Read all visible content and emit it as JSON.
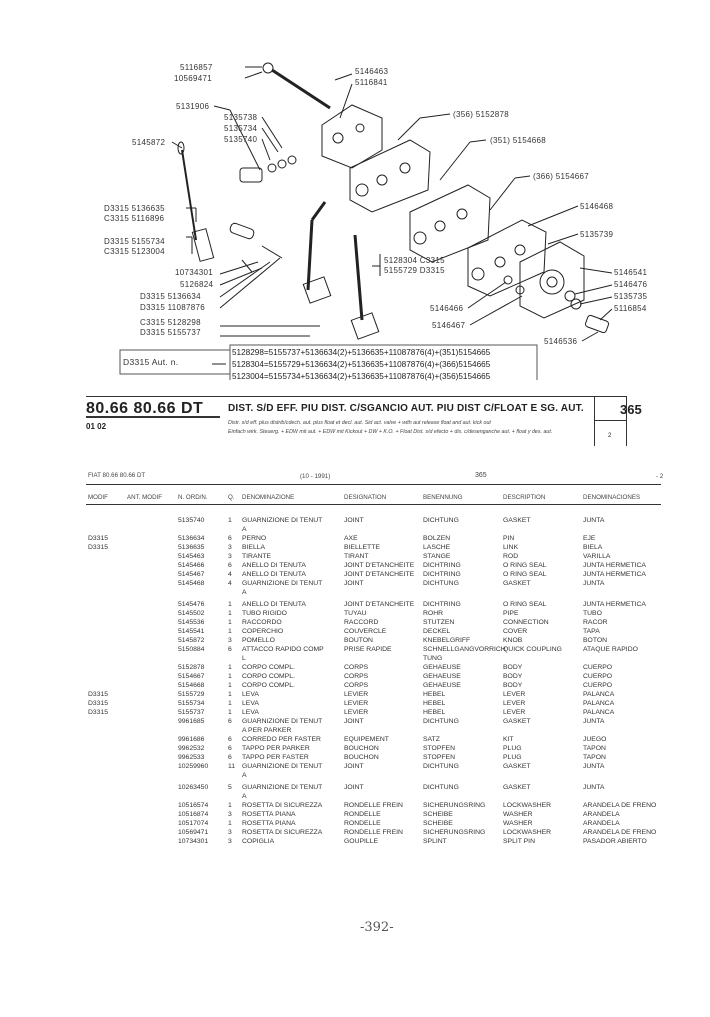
{
  "diagram": {
    "labels_left": [
      {
        "text": "5116857"
      },
      {
        "text": "10569471"
      },
      {
        "text": "5131906"
      },
      {
        "text": "5135738"
      },
      {
        "text": "5135734"
      },
      {
        "text": "5135740"
      },
      {
        "text": "5145872"
      },
      {
        "text": "D3315  5136635"
      },
      {
        "text": "C3315  5116896"
      },
      {
        "text": "D3315  5155734"
      },
      {
        "text": "C3315  5123004"
      },
      {
        "text": "10734301"
      },
      {
        "text": "5126824"
      },
      {
        "text": "D3315  5136634"
      },
      {
        "text": "D3315  11087876"
      },
      {
        "text": "C3315  5128298"
      },
      {
        "text": "D3315  5155737"
      }
    ],
    "labels_right": [
      {
        "text": "5146463"
      },
      {
        "text": "5116841"
      },
      {
        "text": "(356)  5152878"
      },
      {
        "text": "(351)  5154668"
      },
      {
        "text": "(366)  5154667"
      },
      {
        "text": "5146468"
      },
      {
        "text": "5135739"
      },
      {
        "text": "5146541"
      },
      {
        "text": "5146476"
      },
      {
        "text": "5135735"
      },
      {
        "text": "5116854"
      },
      {
        "text": "5146536"
      },
      {
        "text": "5146466"
      },
      {
        "text": "5146467"
      },
      {
        "text": "5128304  C3315"
      },
      {
        "text": "5155729  D3315"
      }
    ],
    "aut_label": "D3315 Aut. n.",
    "combos": [
      "5128298=5155737+5136634(2)+5136635+11087876(4)+(351)5154665",
      "5128304=5155729+5136634(2)+5136635+11087876(4)+(366)5154665",
      "5123004=5155734+5136634(2)+5136635+11087876(4)+(356)5154665"
    ]
  },
  "title": {
    "model": "80.66  80.66 DT",
    "sub": "01 02",
    "main": "DIST. S/D EFF. PIU DIST. C/SGANCIO AUT. PIU DIST C/FLOAT E SG. AUT.",
    "lang1": "Distr. s/d eff.  plus distrib/cdech. aut. plus float et decl. aut.          Sid act. valve + with aut release float and aut. kick out",
    "lang2": "Einfach wirk. Steuerg. + EDW mit aut. + EDW mit Kickout + DW + K.O. + Float     Dist. s/d efecto + dis. c/desenganche aut. + float y des. aut.",
    "page": "365",
    "page_small": "2"
  },
  "meta": {
    "fiat": "FIAT 80.66 80.66 DT",
    "date": "(10 - 1991)",
    "code": "365",
    "pg": "- 2"
  },
  "headers": {
    "modif": "MODIF",
    "ant": "ANT. MODIF",
    "ord": "N. ORD/N.",
    "q": "Q.",
    "it": "DENOMINAZIONE",
    "fr": "DESIGNATION",
    "de": "BENENNUNG",
    "en": "DESCRIPTION",
    "es": "DENOMINACIONES"
  },
  "rows": [
    {
      "mod": "",
      "ord": "5135740",
      "q": "1",
      "it": "GUARNIZIONE DI TENUT",
      "fr": "JOINT",
      "de": "DICHTUNG",
      "en": "GASKET",
      "es": "JUNTA"
    },
    {
      "mod": "",
      "ord": "",
      "q": "",
      "it": "A",
      "fr": "",
      "de": "",
      "en": "",
      "es": ""
    },
    {
      "mod": "D3315",
      "ord": "5136634",
      "q": "6",
      "it": "PERNO",
      "fr": "AXE",
      "de": "BOLZEN",
      "en": "PIN",
      "es": "EJE"
    },
    {
      "mod": "D3315",
      "ord": "5136635",
      "q": "3",
      "it": "BIELLA",
      "fr": "BIELLETTE",
      "de": "LASCHE",
      "en": "LINK",
      "es": "BIELA"
    },
    {
      "mod": "",
      "ord": "5145463",
      "q": "3",
      "it": "TIRANTE",
      "fr": "TIRANT",
      "de": "STANGE",
      "en": "ROD",
      "es": "VARILLA"
    },
    {
      "mod": "",
      "ord": "5145466",
      "q": "6",
      "it": "ANELLO DI TENUTA",
      "fr": "JOINT D'ETANCHEITE",
      "de": "DICHTRING",
      "en": "O RING SEAL",
      "es": "JUNTA HERMETICA"
    },
    {
      "mod": "",
      "ord": "5145467",
      "q": "4",
      "it": "ANELLO DI TENUTA",
      "fr": "JOINT D'ETANCHEITE",
      "de": "DICHTRING",
      "en": "O RING SEAL",
      "es": "JUNTA HERMETICA"
    },
    {
      "mod": "",
      "ord": "5145468",
      "q": "4",
      "it": "GUARNIZIONE DI TENUT",
      "fr": "JOINT",
      "de": "DICHTUNG",
      "en": "GASKET",
      "es": "JUNTA"
    },
    {
      "mod": "",
      "ord": "",
      "q": "",
      "it": "A",
      "fr": "",
      "de": "",
      "en": "",
      "es": ""
    },
    {
      "mod": "",
      "ord": "5145476",
      "q": "1",
      "it": "ANELLO DI TENUTA",
      "fr": "JOINT D'ETANCHEITE",
      "de": "DICHTRING",
      "en": "O RING SEAL",
      "es": "JUNTA HERMETICA"
    },
    {
      "mod": "",
      "ord": "5145502",
      "q": "1",
      "it": "TUBO RIGIDO",
      "fr": "TUYAU",
      "de": "ROHR",
      "en": "PIPE",
      "es": "TUBO"
    },
    {
      "mod": "",
      "ord": "5145536",
      "q": "1",
      "it": "RACCORDO",
      "fr": "RACCORD",
      "de": "STUTZEN",
      "en": "CONNECTION",
      "es": "RACOR"
    },
    {
      "mod": "",
      "ord": "5145541",
      "q": "1",
      "it": "COPERCHIO",
      "fr": "COUVERCLE",
      "de": "DECKEL",
      "en": "COVER",
      "es": "TAPA"
    },
    {
      "mod": "",
      "ord": "5145872",
      "q": "3",
      "it": "POMELLO",
      "fr": "BOUTON",
      "de": "KNEBELGRIFF",
      "en": "KNOB",
      "es": "BOTON"
    },
    {
      "mod": "",
      "ord": "5150884",
      "q": "6",
      "it": "ATTACCO RAPIDO COMP",
      "fr": "PRISE RAPIDE",
      "de": "SCHNELLGANGVORRICH",
      "en": "QUICK COUPLING",
      "es": "ATAQUE RAPIDO"
    },
    {
      "mod": "",
      "ord": "",
      "q": "",
      "it": "L",
      "fr": "",
      "de": "TUNG",
      "en": "",
      "es": ""
    },
    {
      "mod": "",
      "ord": "5152878",
      "q": "1",
      "it": "CORPO COMPL.",
      "fr": "CORPS",
      "de": "GEHAEUSE",
      "en": "BODY",
      "es": "CUERPO"
    },
    {
      "mod": "",
      "ord": "5154667",
      "q": "1",
      "it": "CORPO COMPL.",
      "fr": "CORPS",
      "de": "GEHAEUSE",
      "en": "BODY",
      "es": "CUERPO"
    },
    {
      "mod": "",
      "ord": "5154668",
      "q": "1",
      "it": "CORPO COMPL.",
      "fr": "CORPS",
      "de": "GEHAEUSE",
      "en": "BODY",
      "es": "CUERPO"
    },
    {
      "mod": "D3315",
      "ord": "5155729",
      "q": "1",
      "it": "LEVA",
      "fr": "LEVIER",
      "de": "HEBEL",
      "en": "LEVER",
      "es": "PALANCA"
    },
    {
      "mod": "D3315",
      "ord": "5155734",
      "q": "1",
      "it": "LEVA",
      "fr": "LEVIER",
      "de": "HEBEL",
      "en": "LEVER",
      "es": "PALANCA"
    },
    {
      "mod": "D3315",
      "ord": "5155737",
      "q": "1",
      "it": "LEVA",
      "fr": "LEVIER",
      "de": "HEBEL",
      "en": "LEVER",
      "es": "PALANCA"
    },
    {
      "mod": "",
      "ord": "9961685",
      "q": "6",
      "it": "GUARNIZIONE DI TENUT",
      "fr": "JOINT",
      "de": "DICHTUNG",
      "en": "GASKET",
      "es": "JUNTA"
    },
    {
      "mod": "",
      "ord": "",
      "q": "",
      "it": "A PER PARKER",
      "fr": "",
      "de": "",
      "en": "",
      "es": ""
    },
    {
      "mod": "",
      "ord": "9961686",
      "q": "6",
      "it": "CORREDO PER FASTER",
      "fr": "EQUIPEMENT",
      "de": "SATZ",
      "en": "KIT",
      "es": "JUEGO"
    },
    {
      "mod": "",
      "ord": "9962532",
      "q": "6",
      "it": "TAPPO PER PARKER",
      "fr": "BOUCHON",
      "de": "STOPFEN",
      "en": "PLUG",
      "es": "TAPON"
    },
    {
      "mod": "",
      "ord": "9962533",
      "q": "6",
      "it": "TAPPO PER FASTER",
      "fr": "BOUCHON",
      "de": "STOPFEN",
      "en": "PLUG",
      "es": "TAPON"
    },
    {
      "mod": "",
      "ord": "10259960",
      "q": "11",
      "it": "GUARNIZIONE DI TENUT",
      "fr": "JOINT",
      "de": "DICHTUNG",
      "en": "GASKET",
      "es": "JUNTA"
    },
    {
      "mod": "",
      "ord": "",
      "q": "",
      "it": "A",
      "fr": "",
      "de": "",
      "en": "",
      "es": ""
    },
    {
      "mod": "",
      "ord": "10263450",
      "q": "5",
      "it": "GUARNIZIONE DI TENUT",
      "fr": "JOINT",
      "de": "DICHTUNG",
      "en": "GASKET",
      "es": "JUNTA"
    },
    {
      "mod": "",
      "ord": "",
      "q": "",
      "it": "A",
      "fr": "",
      "de": "",
      "en": "",
      "es": ""
    },
    {
      "mod": "",
      "ord": "10516574",
      "q": "1",
      "it": "ROSETTA DI SICUREZZA",
      "fr": "RONDELLE FREIN",
      "de": "SICHERUNGSRING",
      "en": "LOCKWASHER",
      "es": "ARANDELA DE FRENO"
    },
    {
      "mod": "",
      "ord": "10516874",
      "q": "3",
      "it": "ROSETTA PIANA",
      "fr": "RONDELLE",
      "de": "SCHEIBE",
      "en": "WASHER",
      "es": "ARANDELA"
    },
    {
      "mod": "",
      "ord": "10517074",
      "q": "1",
      "it": "ROSETTA PIANA",
      "fr": "RONDELLE",
      "de": "SCHEIBE",
      "en": "WASHER",
      "es": "ARANDELA"
    },
    {
      "mod": "",
      "ord": "10569471",
      "q": "3",
      "it": "ROSETTA DI SICUREZZA",
      "fr": "RONDELLE FREIN",
      "de": "SICHERUNGSRING",
      "en": "LOCKWASHER",
      "es": "ARANDELA DE FRENO"
    },
    {
      "mod": "",
      "ord": "10734301",
      "q": "3",
      "it": "COPIGLIA",
      "fr": "GOUPILLE",
      "de": "SPLINT",
      "en": "SPLIT PIN",
      "es": "PASADOR ABIERTO"
    }
  ],
  "page_number": "-392-"
}
